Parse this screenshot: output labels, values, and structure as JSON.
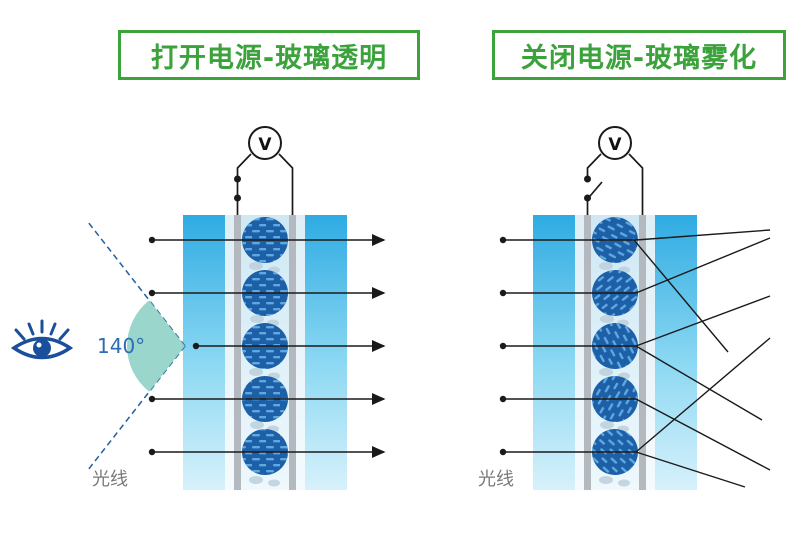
{
  "panels": [
    {
      "title": "打开电源-玻璃透明",
      "voltmeter_label": "V",
      "light_label": "光线"
    },
    {
      "title": "关闭电源-玻璃雾化",
      "voltmeter_label": "V",
      "light_label": "光线"
    }
  ],
  "viewing_angle": "140°",
  "colors": {
    "title_green": "#3ca23c",
    "glass_blue": "#2fabe2",
    "droplet_blue": "#1d60a8",
    "droplet_dash": "#5fa8e0",
    "electrode_gray": "#b3b9be",
    "angle_wedge_teal": "#8fd2c6",
    "angle_text_blue": "#2a6db6",
    "label_gray": "#7a7a7a",
    "ray_black": "#1a1a1a"
  }
}
